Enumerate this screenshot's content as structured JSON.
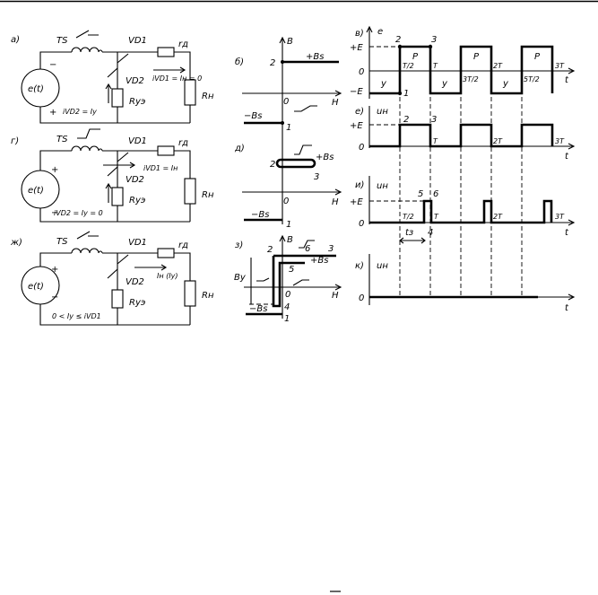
{
  "header": {
    "text": ""
  },
  "panels": {
    "a": "а)",
    "g": "г)",
    "zh": "ж)",
    "b": "б)",
    "d": "д)",
    "z": "з)",
    "v": "в)",
    "e": "е)",
    "i": "и)",
    "k": "к)"
  },
  "circuit": {
    "source": "e(t)",
    "ts": "TS",
    "vd1": "VD1",
    "vd2": "VD2",
    "rd_a": "rд",
    "rd": "rд",
    "ruz": "Rуэ",
    "rn": "Rн",
    "plus": "+",
    "minus": "−"
  },
  "annotations": {
    "a_iload": "iVD1 = Iн = 0",
    "a_ivd2": "iVD2 = Iу",
    "g_iload": "iVD1 = Iн",
    "g_ivd2": "iVD2 = Iу = 0",
    "zh_iload": "Iн (Iу)",
    "zh_cond": "0 < Iу ≤ iVD1"
  },
  "loops": {
    "axis_b": "B",
    "axis_h": "H",
    "origin": "0",
    "bs_pos": "+Bs",
    "bs_neg": "−Bs",
    "by": "Bу",
    "pt1": "1",
    "pt2": "2",
    "pt3": "3",
    "pt4": "4",
    "pt5": "5",
    "pt6": "6"
  },
  "timing": {
    "e_axis": "e",
    "un_axis": "uн",
    "t_axis": "t",
    "plus_e": "+E",
    "minus_e": "−E",
    "zero": "0",
    "tz": "tз",
    "region_p": "Р",
    "region_y": "у",
    "ticks": [
      "T/2",
      "T",
      "3T/2",
      "2T",
      "5T/2",
      "3T"
    ],
    "pts": [
      "1",
      "2",
      "3",
      "4",
      "5",
      "6"
    ]
  }
}
